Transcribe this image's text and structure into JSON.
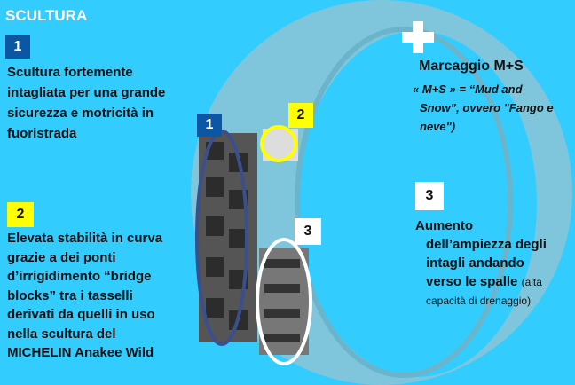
{
  "title": "SCULTURA",
  "badges": {
    "one": "1",
    "two": "2",
    "three": "3"
  },
  "point1": {
    "lines": [
      "Scultura fortemente",
      "intagliata per una grande",
      "sicurezza e motricità in",
      "fuoristrada"
    ]
  },
  "point2": {
    "lines": [
      "Elevata stabilità in curva",
      "grazie a dei ponti",
      "d’irrigidimento “bridge",
      "blocks”  tra i tasselli",
      "derivati da  quelli in uso",
      "nella scultura del",
      "MICHELIN Anakee Wild"
    ]
  },
  "marking": {
    "title": "Marcaggio M+S",
    "lines": [
      "« M+S » = “Mud and",
      "Snow”, ovvero \"Fango e",
      "neve\")"
    ]
  },
  "point3": {
    "lines": [
      "Aumento",
      "dell’ampiezza degli",
      "intagli andando",
      "verso le spalle"
    ],
    "note_a": "(alta",
    "note_b": "capacità di drenaggio)"
  },
  "colors": {
    "background": "#33ccff",
    "blue": "#0b57a4",
    "yellow": "#ffff00",
    "tire": "#7fc6dc"
  }
}
